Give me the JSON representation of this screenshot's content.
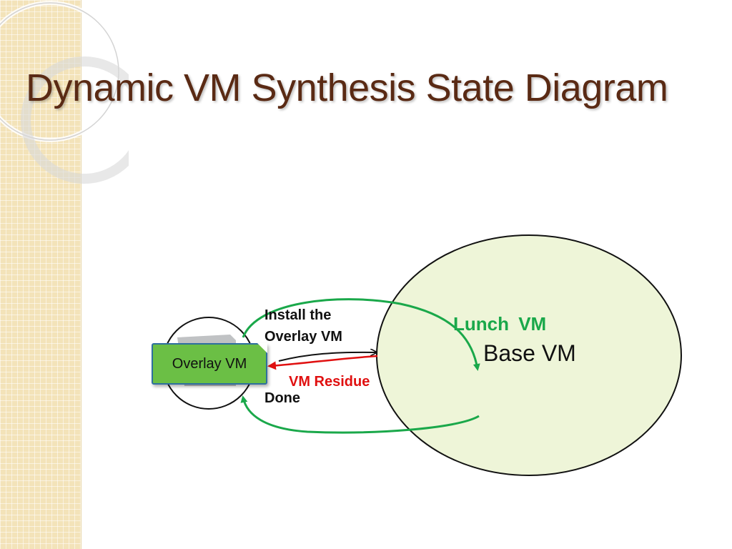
{
  "slide": {
    "title": "Dynamic VM Synthesis State Diagram"
  },
  "diagram": {
    "overlay_vm_label": "Overlay VM",
    "base_vm_label": "Base VM",
    "install_line1": "Install the",
    "install_line2": "Overlay VM",
    "done_label": "Done",
    "residue_label": "VM Residue",
    "lunch_label": "Lunch VM"
  },
  "colors": {
    "title": "#5a2a14",
    "base_vm_fill": "#eef5d8",
    "overlay_box_fill": "#6bbf45",
    "green_arrow": "#1aa84a",
    "red_arrow": "#e01010"
  }
}
